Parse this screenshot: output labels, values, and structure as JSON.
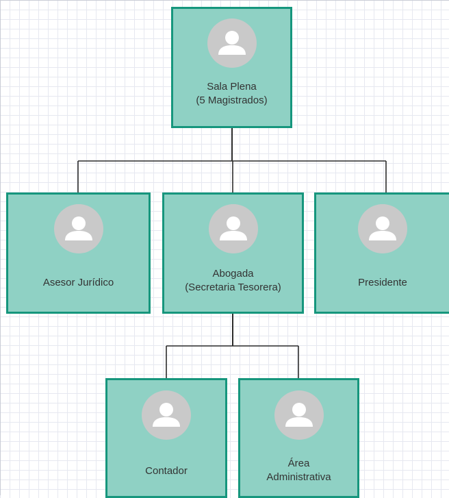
{
  "diagram": {
    "type": "org-chart",
    "colors": {
      "node_fill": "#8fd1c4",
      "node_border": "#16967d",
      "avatar_fill": "#c9c9c9",
      "avatar_glyph": "#ffffff",
      "connector": "#2b2b2b",
      "grid": "#e6e8f0"
    },
    "nodes": {
      "sala_plena": {
        "label": "Sala Plena\n(5 Magistrados)",
        "icon": "user-avatar-icon"
      },
      "asesor_juridico": {
        "label": "Asesor Jurídico",
        "icon": "user-avatar-icon"
      },
      "abogada": {
        "label": "Abogada\n(Secretaria Tesorera)",
        "icon": "user-avatar-icon"
      },
      "presidente": {
        "label": "Presidente",
        "icon": "user-avatar-icon"
      },
      "contador": {
        "label": "Contador",
        "icon": "user-avatar-icon"
      },
      "area_administrativa": {
        "label": "Área\nAdministrativa",
        "icon": "user-avatar-icon"
      }
    },
    "edges": [
      [
        "sala_plena",
        "asesor_juridico"
      ],
      [
        "sala_plena",
        "abogada"
      ],
      [
        "sala_plena",
        "presidente"
      ],
      [
        "abogada",
        "contador"
      ],
      [
        "abogada",
        "area_administrativa"
      ]
    ]
  }
}
